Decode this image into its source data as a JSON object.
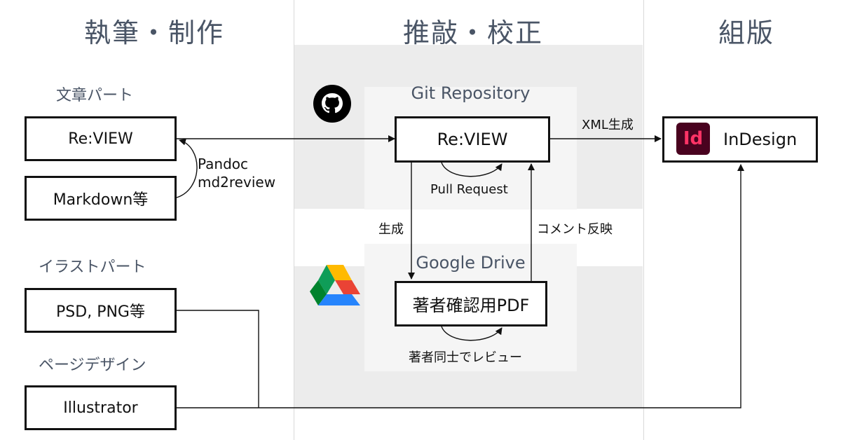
{
  "columns": {
    "authoring": "執筆・制作",
    "review": "推敲・校正",
    "typesetting": "組版"
  },
  "sections": {
    "text_part": "文章パート",
    "illustration_part": "イラストパート",
    "page_design": "ページデザイン"
  },
  "regions": {
    "git_repository": "Git Repository",
    "google_drive": "Google Drive"
  },
  "boxes": {
    "review_left": "Re:VIEW",
    "markdown": "Markdown等",
    "psd_png": "PSD, PNG等",
    "illustrator": "Illustrator",
    "review_git": "Re:VIEW",
    "author_pdf": "著者確認用PDF",
    "indesign": "InDesign",
    "indesign_logo": "Id"
  },
  "edge_labels": {
    "pandoc": "Pandoc",
    "md2review": "md2review",
    "xml_generate": "XML生成",
    "pull_request": "Pull Request",
    "generate": "生成",
    "comment_reflect": "コメント反映",
    "peer_review": "著者同士でレビュー"
  },
  "icons": {
    "github": "github-icon",
    "google_drive": "google-drive-icon",
    "indesign": "indesign-icon"
  },
  "colors": {
    "title_text": "#4a5566",
    "panel_bg": "#ececec",
    "inner_panel_bg": "#f5f5f5",
    "box_border": "#111111",
    "indesign_bg": "#49021f",
    "indesign_fg": "#ff3366"
  }
}
